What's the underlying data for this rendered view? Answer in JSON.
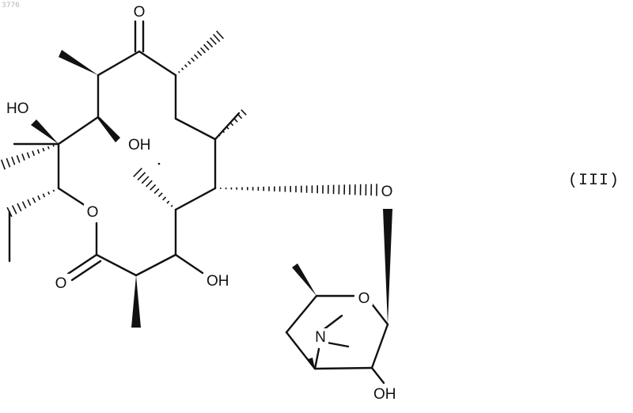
{
  "corner_text": "3776",
  "compound_label": "(III)",
  "atoms": {
    "ketone_o": "O",
    "ho_top": "HO",
    "oh_mid": "OH",
    "ring_o": "O",
    "lactone_o": "O",
    "oh_lower": "OH",
    "glyco_o": "O",
    "sugar_o": "O",
    "n": "N",
    "oh_sugar": "OH"
  }
}
